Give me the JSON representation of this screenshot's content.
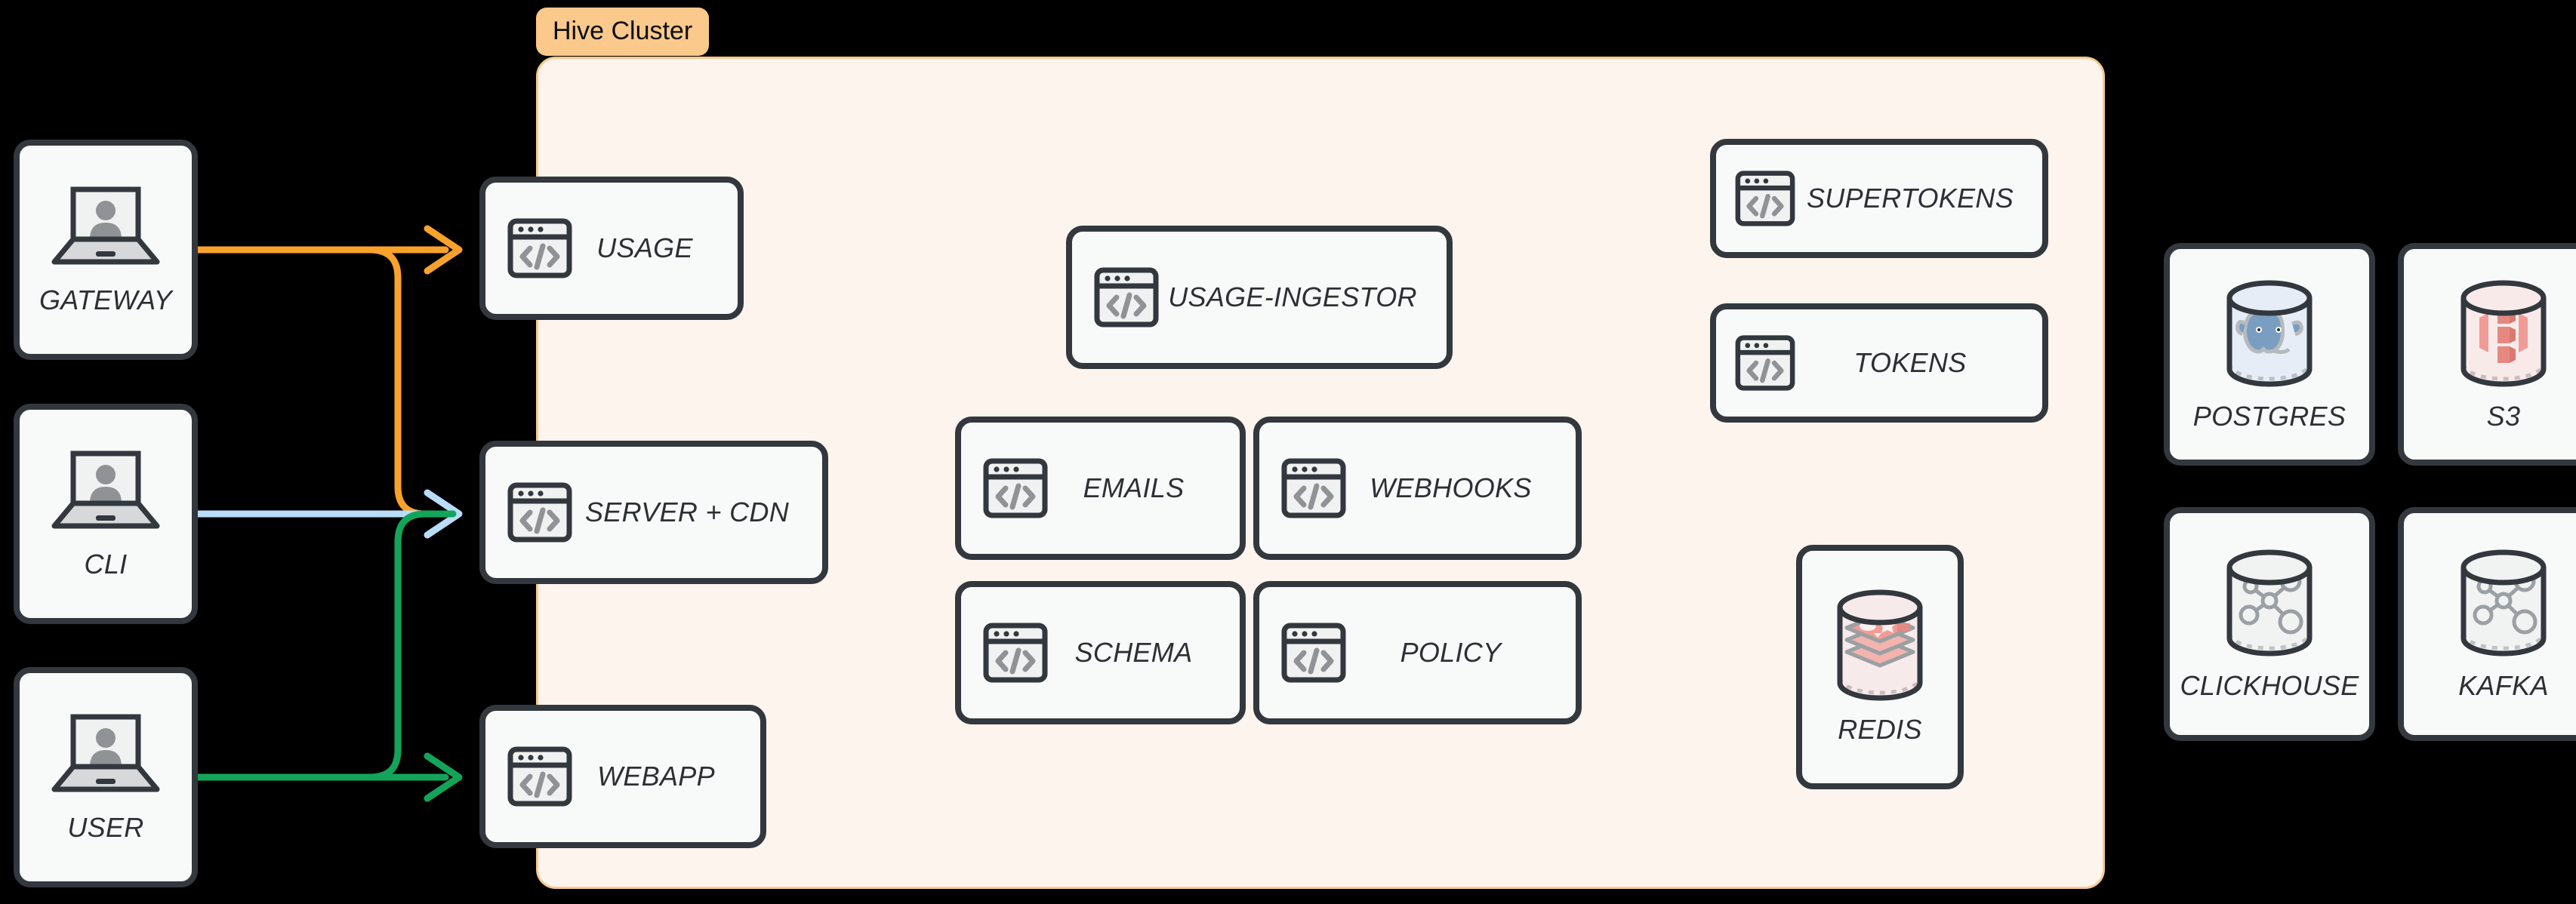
{
  "cluster": {
    "label": "Hive Cluster",
    "chip_color": "#fac98b",
    "panel_fill": "#fdf4ed",
    "panel_border": "#f7c992"
  },
  "theme": {
    "card_fill": "#f8f9f9",
    "card_border": "#32383d",
    "text": "#2b3034",
    "icon_grey": "#8f9396",
    "background": "#000000"
  },
  "clients": [
    {
      "label": "GATEWAY",
      "icon": "laptop-user-icon"
    },
    {
      "label": "CLI",
      "icon": "laptop-user-icon"
    },
    {
      "label": "USER",
      "icon": "laptop-user-icon"
    }
  ],
  "edge_services": [
    {
      "label": "USAGE",
      "icon": "code-window-icon"
    },
    {
      "label": "SERVER + CDN",
      "icon": "code-window-icon"
    },
    {
      "label": "WEBAPP",
      "icon": "code-window-icon"
    }
  ],
  "core_services": [
    {
      "label": "USAGE-INGESTOR",
      "icon": "code-window-icon"
    },
    {
      "label": "EMAILS",
      "icon": "code-window-icon"
    },
    {
      "label": "WEBHOOKS",
      "icon": "code-window-icon"
    },
    {
      "label": "SCHEMA",
      "icon": "code-window-icon"
    },
    {
      "label": "POLICY",
      "icon": "code-window-icon"
    }
  ],
  "auth_services": [
    {
      "label": "SUPERTOKENS",
      "icon": "code-window-icon"
    },
    {
      "label": "TOKENS",
      "icon": "code-window-icon"
    }
  ],
  "cluster_stores": [
    {
      "label": "REDIS",
      "icon": "redis-cylinder-icon"
    }
  ],
  "external_stores": [
    {
      "label": "POSTGRES",
      "icon": "postgres-cylinder-icon"
    },
    {
      "label": "S3",
      "icon": "s3-cylinder-icon"
    },
    {
      "label": "CLICKHOUSE",
      "icon": "graph-cylinder-icon"
    },
    {
      "label": "KAFKA",
      "icon": "graph-cylinder-icon"
    }
  ],
  "connections": [
    {
      "from": "GATEWAY",
      "to": "USAGE",
      "color": "#f9a22b"
    },
    {
      "from": "GATEWAY",
      "to": "SERVER + CDN",
      "color": "#f9a22b"
    },
    {
      "from": "CLI",
      "to": "SERVER + CDN",
      "color": "#b9dcf7"
    },
    {
      "from": "USER",
      "to": "SERVER + CDN",
      "color": "#12a55a"
    },
    {
      "from": "USER",
      "to": "WEBAPP",
      "color": "#12a55a"
    }
  ]
}
